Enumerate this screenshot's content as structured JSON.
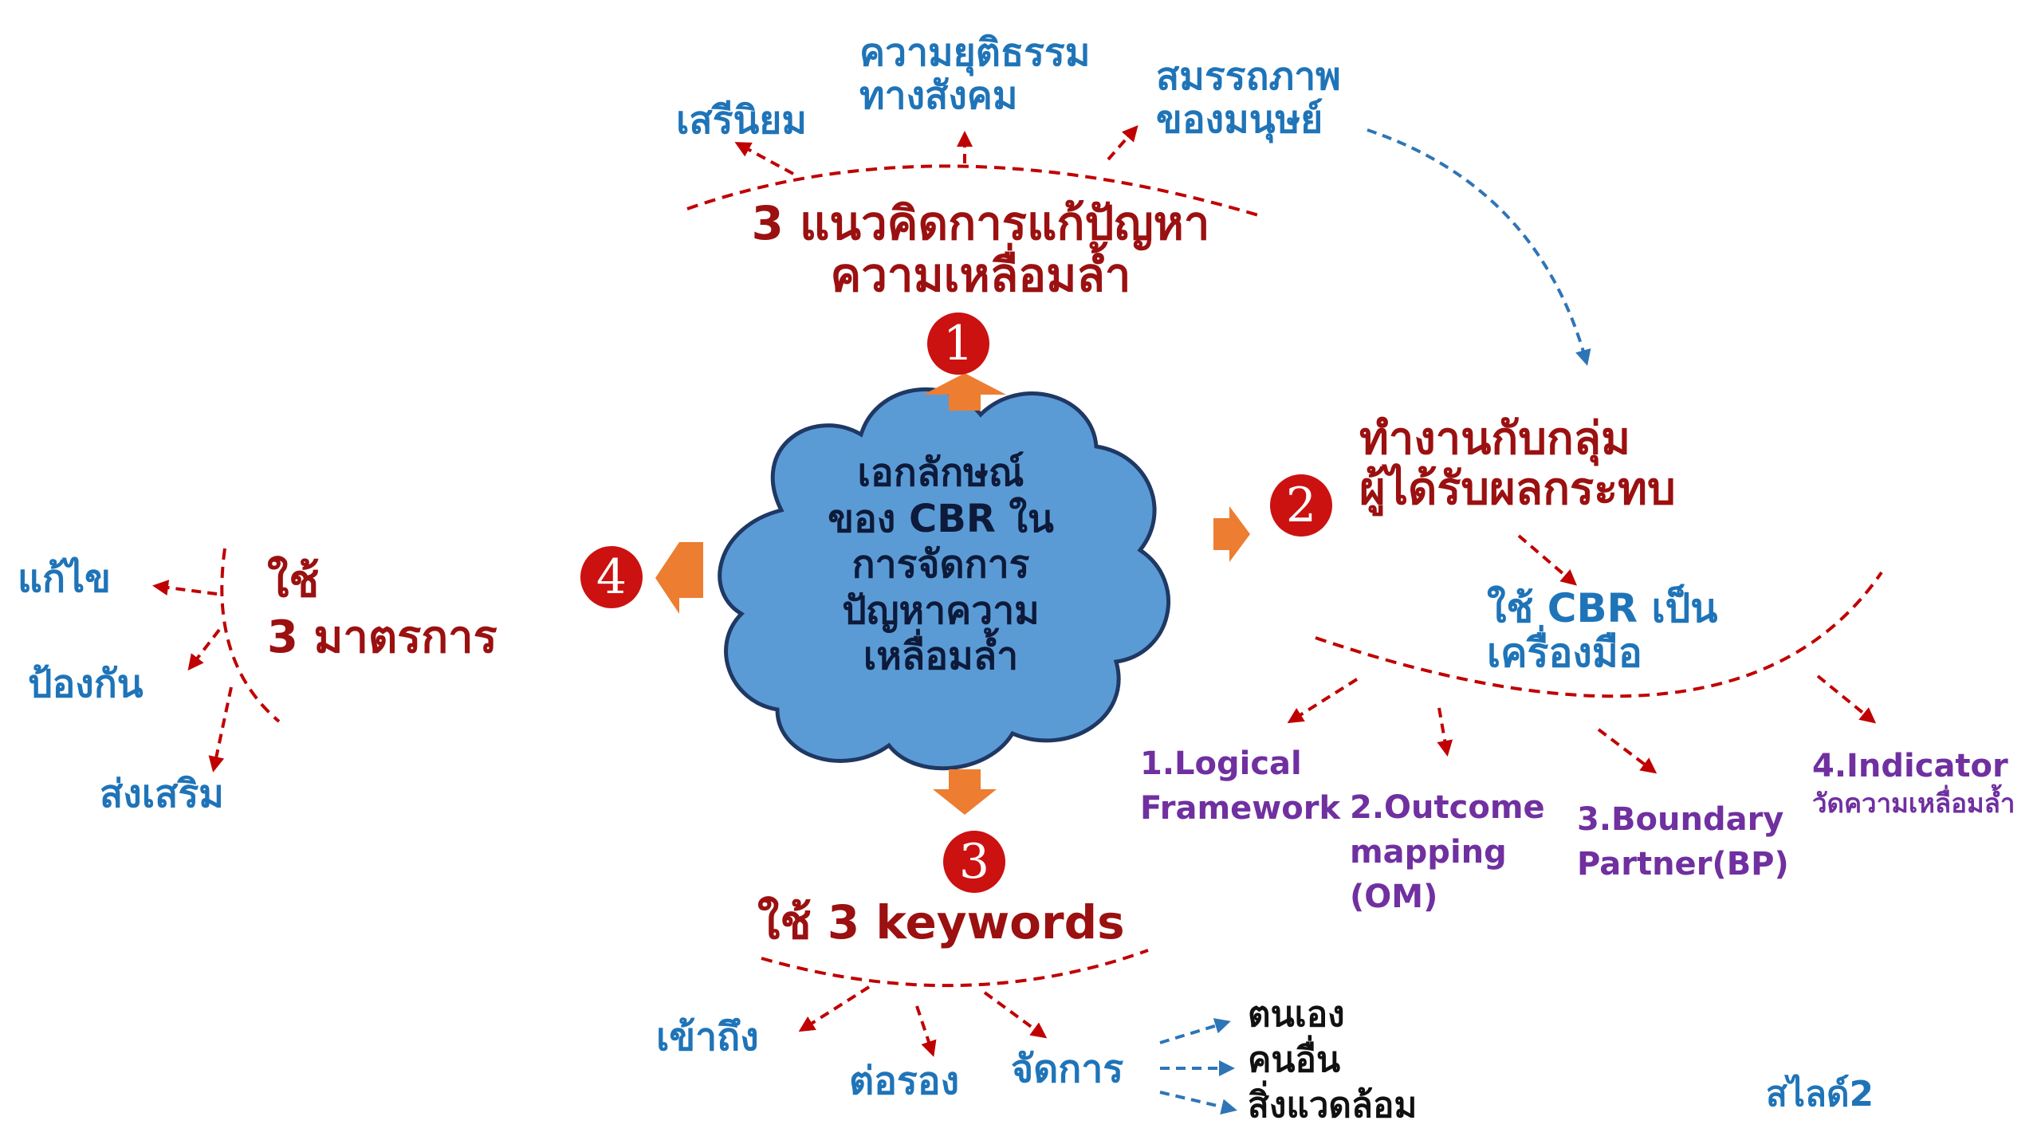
{
  "center": {
    "lines": [
      "เอกลักษณ์",
      "ของ CBR ใน",
      "การจัดการ",
      "ปัญหาความ",
      "เหลื่อมล้ำ"
    ]
  },
  "section1": {
    "number": "1",
    "title_lines": [
      "3 แนวคิดการแก้ปัญหา",
      "ความเหลื่อมล้ำ"
    ],
    "concepts": [
      {
        "lines": [
          "เสรีนิยม"
        ]
      },
      {
        "lines": [
          "ความยุติธรรม",
          "ทางสังคม"
        ]
      },
      {
        "lines": [
          "สมรรถภาพ",
          "ของมนุษย์"
        ]
      }
    ]
  },
  "section2": {
    "number": "2",
    "title_lines": [
      "ทำงานกับกลุ่ม",
      "ผู้ได้รับผลกระทบ"
    ],
    "tool_lines": [
      "ใช้ CBR เป็น",
      "เครื่องมือ"
    ],
    "tools": [
      {
        "lines": [
          "1.Logical",
          "Framework"
        ]
      },
      {
        "lines": [
          "2.Outcome",
          "mapping",
          "(OM)"
        ]
      },
      {
        "lines": [
          "3.Boundary",
          "Partner(BP)"
        ]
      },
      {
        "lines": [
          "4.Indicator",
          "วัดความเหลื่อมล้ำ"
        ]
      }
    ]
  },
  "section3": {
    "number": "3",
    "title": "ใช้ 3 keywords",
    "keywords": [
      "เข้าถึง",
      "ต่อรอง",
      "จัดการ"
    ],
    "manage_targets": [
      "ตนเอง",
      "คนอื่น",
      "สิ่งแวดล้อม"
    ]
  },
  "section4": {
    "number": "4",
    "title_lines": [
      "ใช้",
      "3 มาตรการ"
    ],
    "measures": [
      "แก้ไข",
      "ป้องกัน",
      "ส่งเสริม"
    ]
  },
  "slide_label": "สไลด์2",
  "colors": {
    "cloud_fill": "#5b9bd5",
    "cloud_stroke": "#1f3864",
    "arrow_fill": "#ed7d31",
    "number_circle": "#cc1111",
    "dashed_red": "#c00000",
    "dashed_blue": "#2e75b6",
    "concept_text": "#1f74b8",
    "title_text": "#9b1010",
    "tool_text": "#7030a0"
  }
}
